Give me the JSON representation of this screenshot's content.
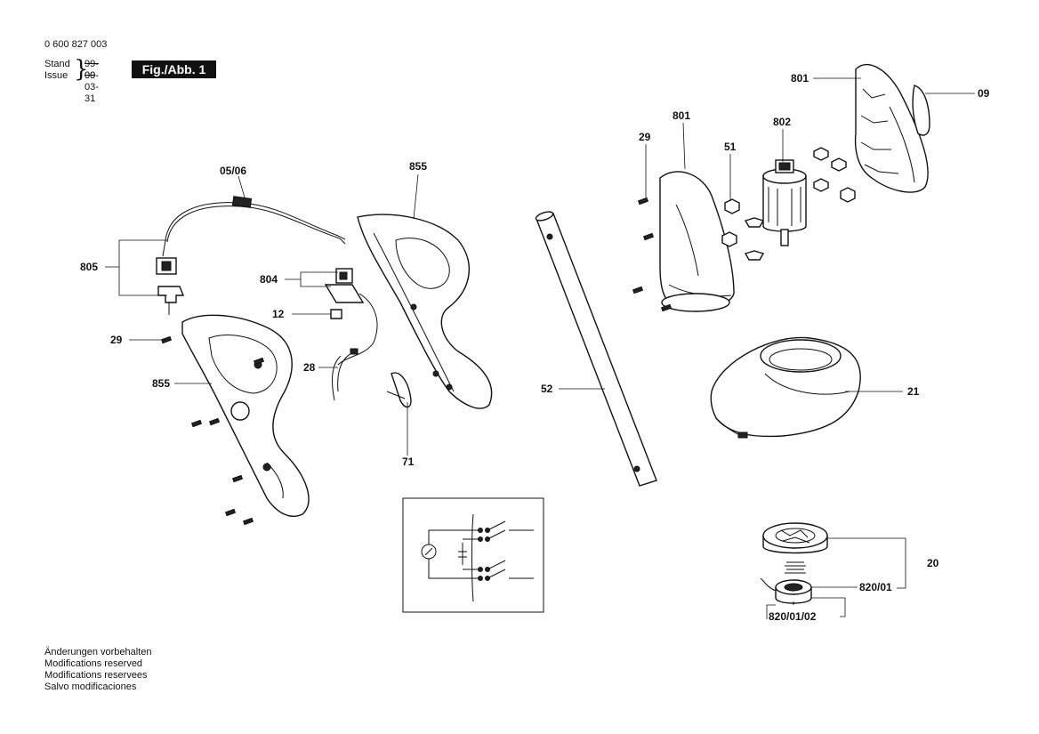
{
  "header": {
    "doc_number": "0 600 827 003",
    "stand_label": "Stand",
    "issue_label": "Issue",
    "old_date": "99-09",
    "new_date": "00-03-31",
    "figure_label": "Fig./Abb. 1"
  },
  "footer_notes": [
    "Änderungen vorbehalten",
    "Modifications reserved",
    "Modifications reservees",
    "Salvo modificaciones"
  ],
  "labels": {
    "l_0506": "05/06",
    "l_855_top": "855",
    "l_805": "805",
    "l_804": "804",
    "l_12": "12",
    "l_29_left": "29",
    "l_855_left": "855",
    "l_28": "28",
    "l_71": "71",
    "l_52": "52",
    "l_29_right": "29",
    "l_801_mid": "801",
    "l_51": "51",
    "l_802": "802",
    "l_801_top": "801",
    "l_09": "09",
    "l_21": "21",
    "l_20": "20",
    "l_82001": "820/01",
    "l_8200102": "820/01/02"
  }
}
